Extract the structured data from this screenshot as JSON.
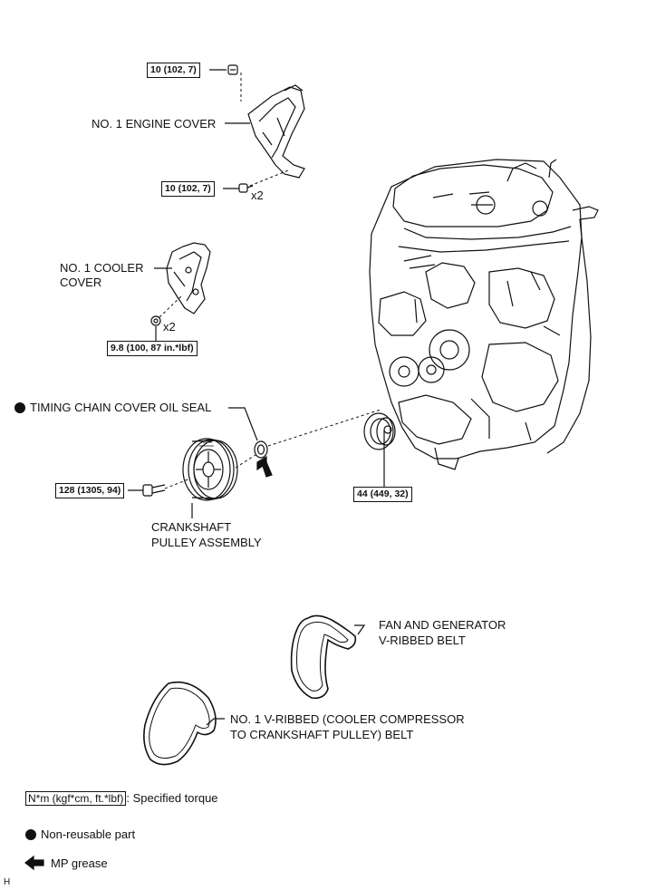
{
  "labels": {
    "engine_cover": "NO. 1 ENGINE COVER",
    "cooler_cover_1": "NO. 1 COOLER",
    "cooler_cover_2": "COVER",
    "oil_seal": "TIMING CHAIN COVER OIL SEAL",
    "pulley_1": "CRANKSHAFT",
    "pulley_2": "PULLEY ASSEMBLY",
    "fan_belt_1": "FAN AND GENERATOR",
    "fan_belt_2": "V-RIBBED BELT",
    "cooler_belt_1": "NO. 1 V-RIBBED (COOLER COMPRESSOR",
    "cooler_belt_2": "TO CRANKSHAFT PULLEY) BELT",
    "qty_x2_a": "x2",
    "qty_x2_b": "x2",
    "corner_mark": "H"
  },
  "torques": {
    "engine_cover_top": "10 (102,  7)",
    "engine_cover_bottom": "10 (102,  7)",
    "cooler_cover": "9.8 (100, 87 in.*lbf)",
    "pulley_bolt": "128 (1305, 94)",
    "engine_bolt": "44 (449, 32)"
  },
  "legend": {
    "torque_box": "N*m (kgf*cm, ft.*lbf)",
    "torque_text": ": Specified torque",
    "nonreusable": "Non-reusable part",
    "grease": "MP grease"
  },
  "colors": {
    "ink": "#111111",
    "background": "#ffffff"
  }
}
